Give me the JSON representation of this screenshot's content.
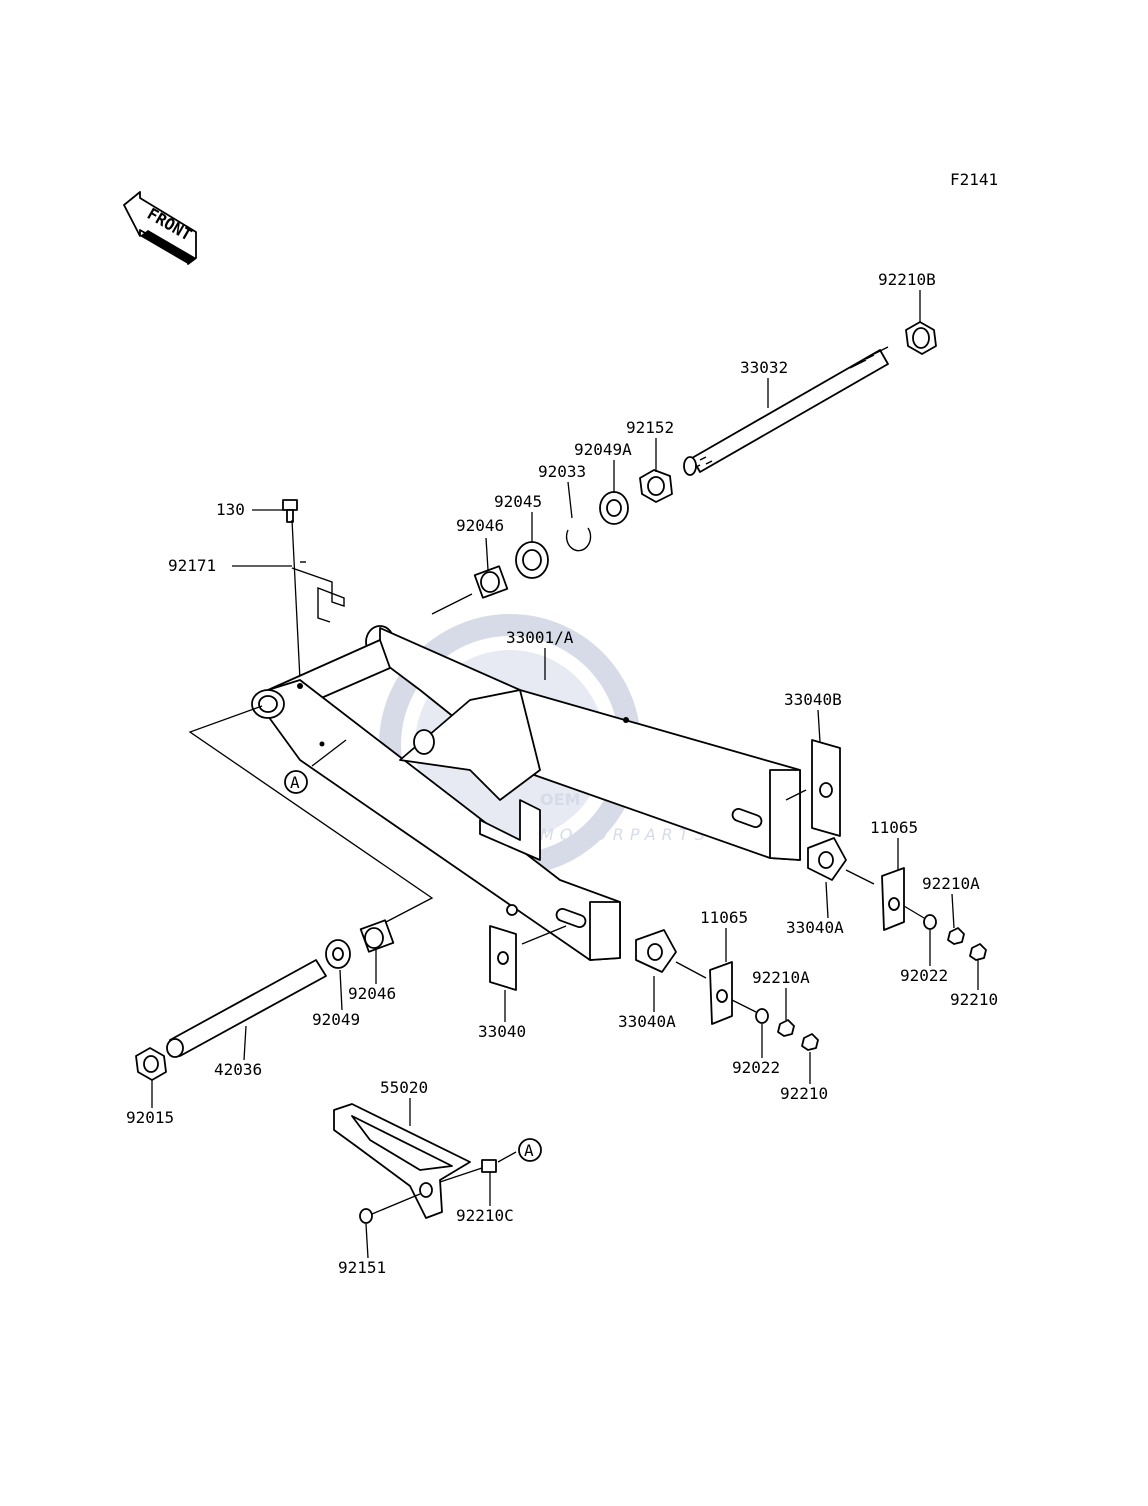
{
  "figure_code": "F2141",
  "front_label": "FRONT",
  "watermark": {
    "brand": "OEM",
    "sub": "MOTORPARTS",
    "color": "#c9cfe0",
    "ring_color": "#b9c4de"
  },
  "reference_marker": "A",
  "labels": {
    "l_92210B": "92210B",
    "l_33032": "33032",
    "l_92152": "92152",
    "l_92049A": "92049A",
    "l_92033": "92033",
    "l_92045": "92045",
    "l_92046a": "92046",
    "l_130": "130",
    "l_92171": "92171",
    "l_33001A": "33001/A",
    "l_33040B": "33040B",
    "l_11065a": "11065",
    "l_92210Aa": "92210A",
    "l_33040Aa": "33040A",
    "l_92022a": "92022",
    "l_92210a": "92210",
    "l_11065b": "11065",
    "l_92210Ab": "92210A",
    "l_33040Ab": "33040A",
    "l_92022b": "92022",
    "l_92210b": "92210",
    "l_33040": "33040",
    "l_92046b": "92046",
    "l_92049": "92049",
    "l_42036": "42036",
    "l_92015": "92015",
    "l_55020": "55020",
    "l_92210C": "92210C",
    "l_92151": "92151"
  }
}
